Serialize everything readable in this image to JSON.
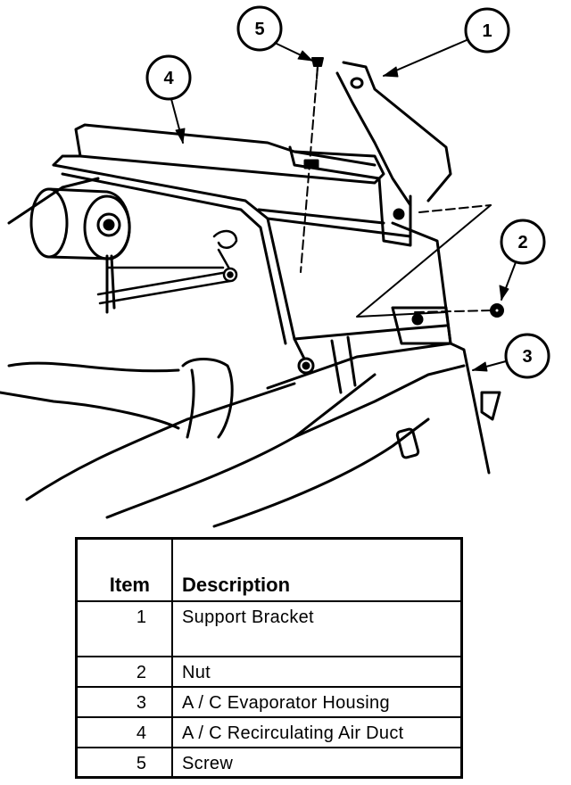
{
  "diagram": {
    "callouts": [
      {
        "number": "1",
        "part": "support-bracket"
      },
      {
        "number": "2",
        "part": "nut"
      },
      {
        "number": "3",
        "part": "evaporator-housing"
      },
      {
        "number": "4",
        "part": "recirculating-air-duct"
      },
      {
        "number": "5",
        "part": "screw"
      }
    ]
  },
  "legend": {
    "header": {
      "item": "Item",
      "description": "Description"
    },
    "rows": [
      {
        "item": "1",
        "description": "Support Bracket"
      },
      {
        "item": "2",
        "description": "Nut"
      },
      {
        "item": "3",
        "description": "A / C Evaporator Housing"
      },
      {
        "item": "4",
        "description": "A / C Recirculating Air Duct"
      },
      {
        "item": "5",
        "description": "Screw"
      }
    ]
  }
}
